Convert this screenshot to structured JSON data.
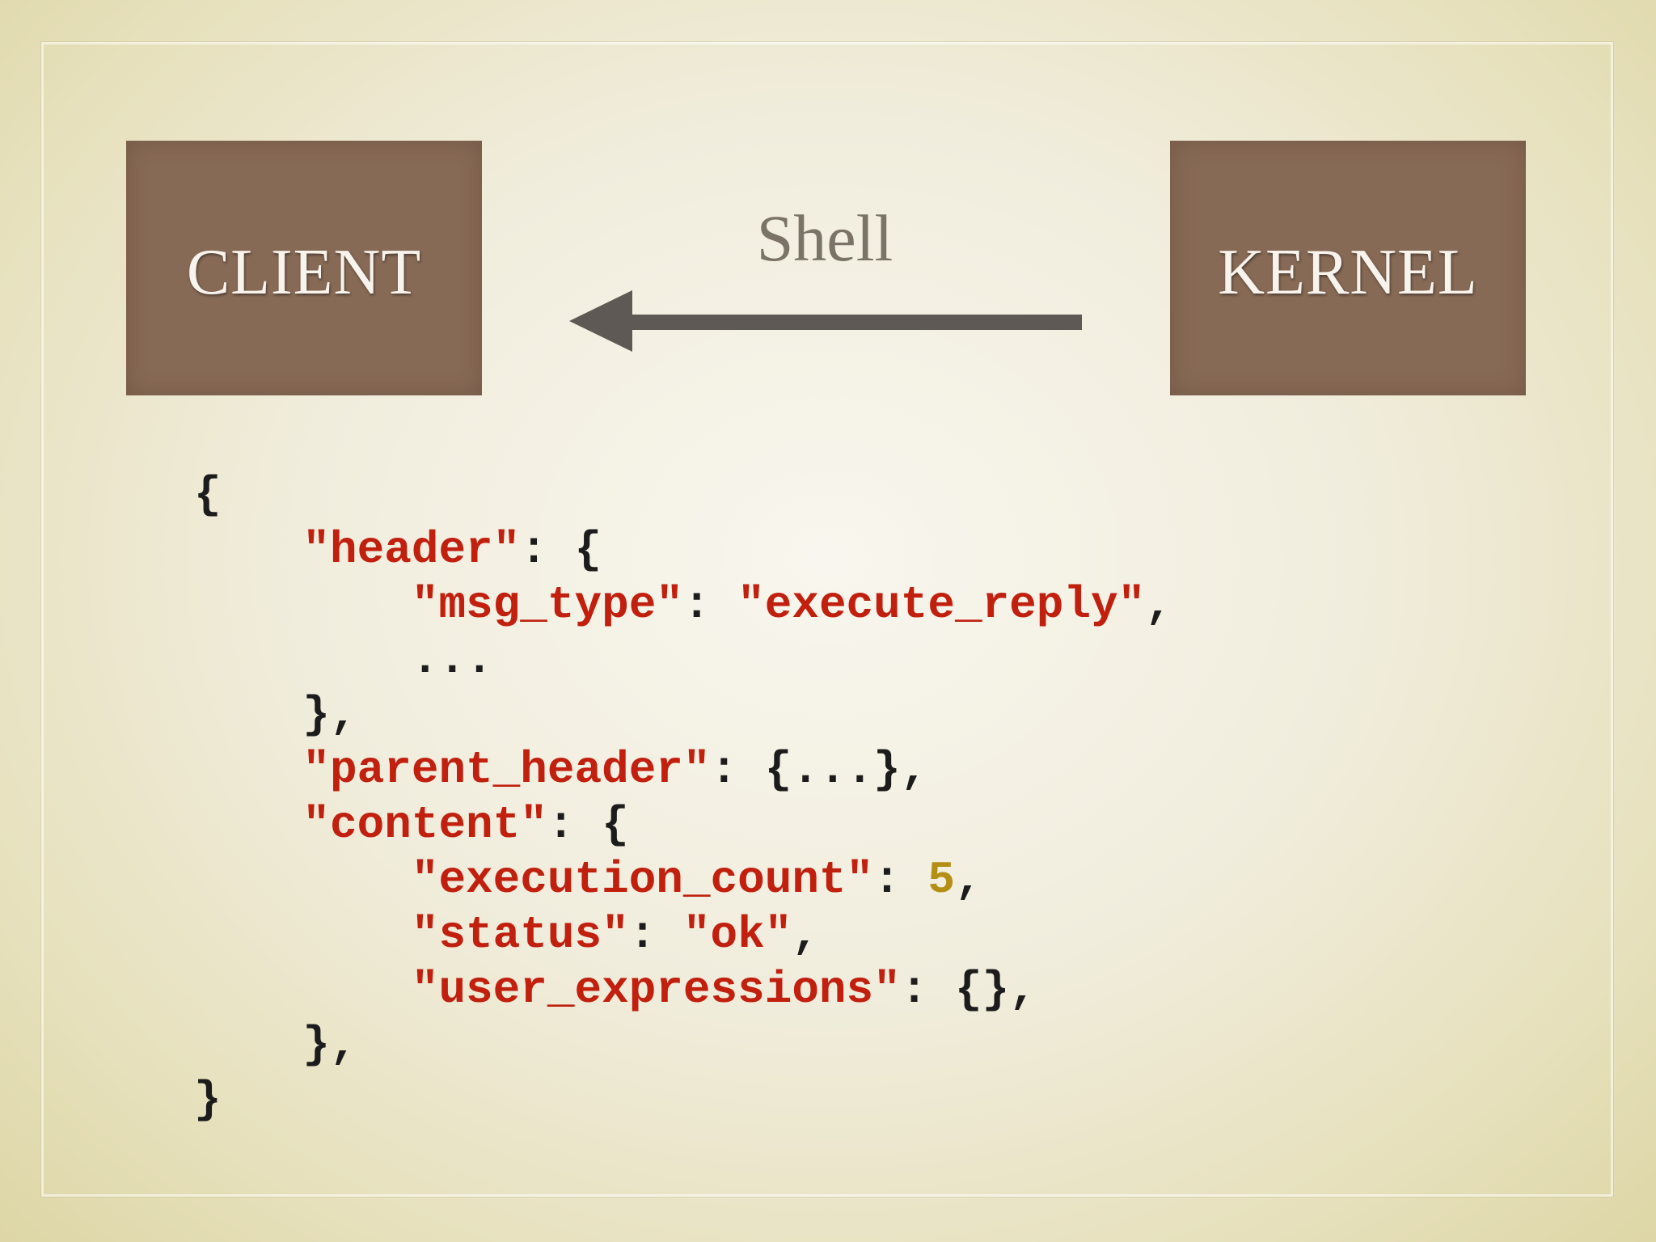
{
  "diagram": {
    "client_label": "CLIENT",
    "kernel_label": "KERNEL",
    "channel_label": "Shell",
    "arrow_color": "#5e5955",
    "box_color": "#876a56"
  },
  "message": {
    "string_color": "#c1200f",
    "number_color": "#b48f16",
    "lines": [
      [
        {
          "t": "{",
          "k": "p"
        }
      ],
      [
        {
          "t": "    ",
          "k": "p"
        },
        {
          "t": "\"header\"",
          "k": "s"
        },
        {
          "t": ": {",
          "k": "p"
        }
      ],
      [
        {
          "t": "        ",
          "k": "p"
        },
        {
          "t": "\"msg_type\"",
          "k": "s"
        },
        {
          "t": ": ",
          "k": "p"
        },
        {
          "t": "\"execute_reply\"",
          "k": "s"
        },
        {
          "t": ",",
          "k": "p"
        }
      ],
      [
        {
          "t": "        ...",
          "k": "p"
        }
      ],
      [
        {
          "t": "    },",
          "k": "p"
        }
      ],
      [
        {
          "t": "    ",
          "k": "p"
        },
        {
          "t": "\"parent_header\"",
          "k": "s"
        },
        {
          "t": ": {...},",
          "k": "p"
        }
      ],
      [
        {
          "t": "    ",
          "k": "p"
        },
        {
          "t": "\"content\"",
          "k": "s"
        },
        {
          "t": ": {",
          "k": "p"
        }
      ],
      [
        {
          "t": "        ",
          "k": "p"
        },
        {
          "t": "\"execution_count\"",
          "k": "s"
        },
        {
          "t": ": ",
          "k": "p"
        },
        {
          "t": "5",
          "k": "n"
        },
        {
          "t": ",",
          "k": "p"
        }
      ],
      [
        {
          "t": "        ",
          "k": "p"
        },
        {
          "t": "\"status\"",
          "k": "s"
        },
        {
          "t": ": ",
          "k": "p"
        },
        {
          "t": "\"ok\"",
          "k": "s"
        },
        {
          "t": ",",
          "k": "p"
        }
      ],
      [
        {
          "t": "        ",
          "k": "p"
        },
        {
          "t": "\"user_expressions\"",
          "k": "s"
        },
        {
          "t": ": {},",
          "k": "p"
        }
      ],
      [
        {
          "t": "    },",
          "k": "p"
        }
      ],
      [
        {
          "t": "}",
          "k": "p"
        }
      ]
    ]
  }
}
